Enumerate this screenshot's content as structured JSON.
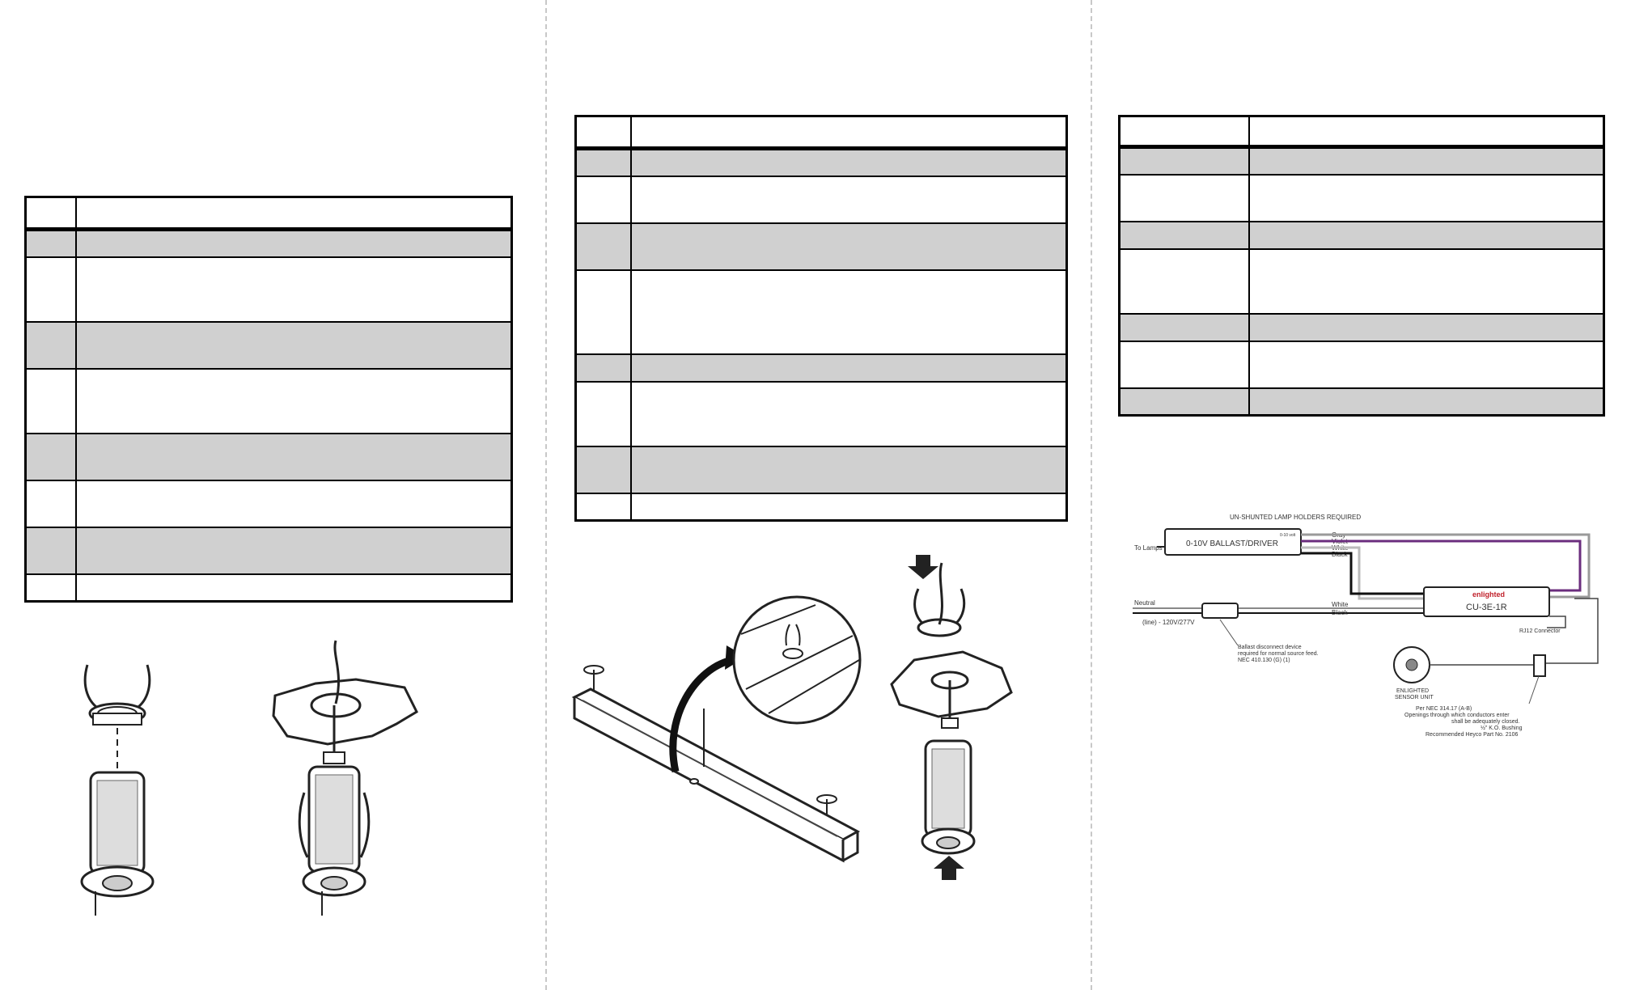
{
  "tables": [
    {
      "id": "t1",
      "rows": [
        "head",
        "shade",
        "plain",
        "shade",
        "plain",
        "shade",
        "plain",
        "shade",
        "plain"
      ]
    },
    {
      "id": "t2",
      "rows": [
        "head",
        "shade",
        "plain",
        "shade",
        "plain",
        "shade",
        "plain",
        "shade",
        "plain"
      ]
    },
    {
      "id": "t3",
      "rows": [
        "head",
        "shade",
        "plain",
        "shade",
        "plain",
        "shade",
        "plain",
        "shade"
      ]
    }
  ],
  "wiring": {
    "header_note": "UN-SHUNTED LAMP HOLDERS REQUIRED",
    "to_lamps": "To Lamps",
    "ballast_label": "0-10V BALLAST/DRIVER",
    "ballast_small": "0-10 volt",
    "wire_gray": "Gray",
    "wire_violet": "Violet",
    "wire_white": "White",
    "wire_black": "Black",
    "wire_white_2": "White",
    "wire_black_2": "Black",
    "neutral": "Neutral",
    "hot": "(line) - 120V/277V",
    "disconnect_note_1": "Ballast disconnect device",
    "disconnect_note_2": "required for normal source feed.",
    "disconnect_note_3": "NEC 410.130 (G) (1)",
    "brand": "enlighted",
    "cu_model": "CU-3E-1R",
    "rj12": "RJ12 Connector",
    "sensor_label_1": "ENLIGHTED",
    "sensor_label_2": "SENSOR UNIT",
    "nec_1": "Per NEC 314.17 (A-B)",
    "nec_2": "Openings through which conductors enter",
    "nec_3": "shall be adequately closed.",
    "nec_4": "½\" K.O. Bushing",
    "nec_5": "Recommended Heyco Part No. 2106",
    "colors": {
      "violet": "#6b2d7e",
      "gray": "#9a9a9a",
      "black": "#111111"
    }
  }
}
